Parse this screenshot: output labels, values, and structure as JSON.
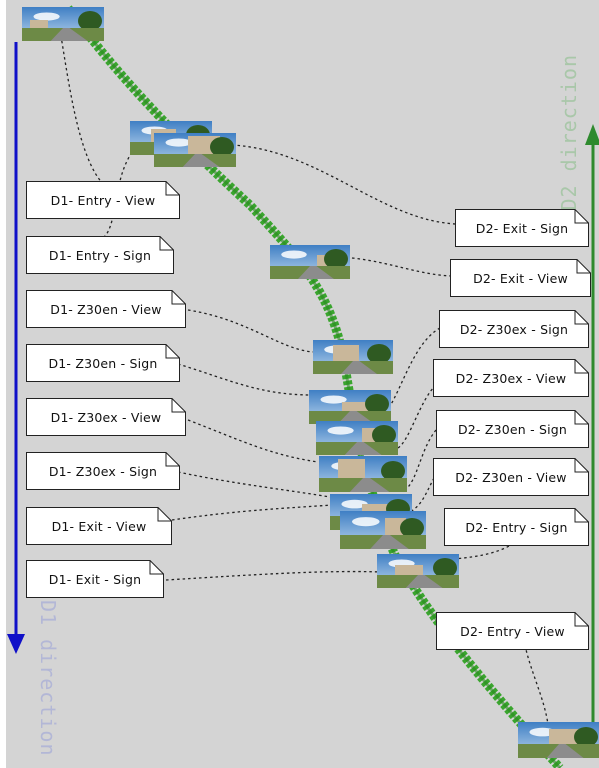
{
  "directions": {
    "d1": "D1 direction",
    "d2": "D2 direction"
  },
  "colors": {
    "background": "#d4d4d4",
    "d1_arrow": "#1010c8",
    "d2_arrow": "#2e8a2e",
    "road": "#3aa52e",
    "connector": "#222222"
  },
  "d1_labels": [
    "D1- Entry - View",
    "D1- Entry - Sign",
    "D1- Z30en - View",
    "D1- Z30en - Sign",
    "D1- Z30ex - View",
    "D1- Z30ex - Sign",
    "D1- Exit - View",
    "D1- Exit - Sign"
  ],
  "d2_labels": [
    "D2- Exit - Sign",
    "D2- Exit - View",
    "D2- Z30ex - Sign",
    "D2- Z30ex - View",
    "D2- Z30en - Sign",
    "D2- Z30en - View",
    "D2- Entry - Sign",
    "D2- Entry - View"
  ]
}
